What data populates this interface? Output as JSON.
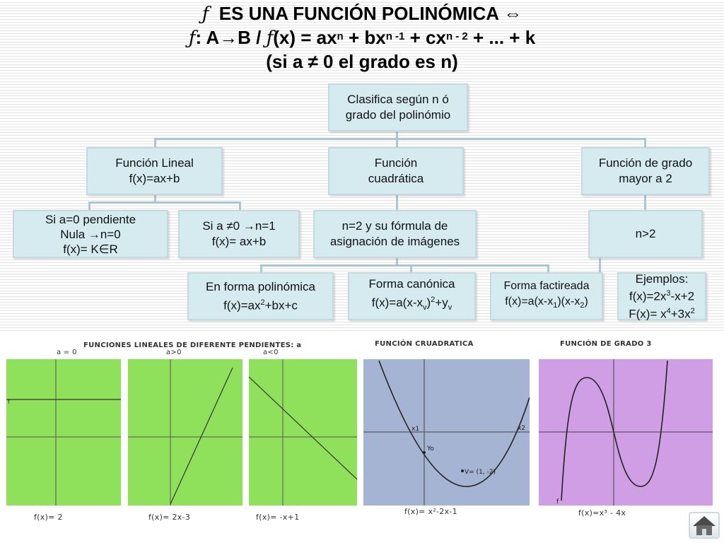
{
  "title": {
    "line1": "ES UNA FUNCIÓN POLINÓMICA ⇔",
    "f_symbol": "ƒ",
    "line2_a": ": A",
    "line2_arrow": "→",
    "line2_b": "B / ",
    "line2_fx": "(x) = ax",
    "exp_n": "n",
    "line2_c": " + bx",
    "exp_n1": "n -1",
    "line2_d": " + cx",
    "exp_n2": "n - 2",
    "line2_e": " + ...  + k",
    "line3": "(si a ≠ 0 el grado es n)"
  },
  "diagram": {
    "root": {
      "line1": "Clasifica según n ó",
      "line2": "grado del polinómio"
    },
    "lineal": {
      "line1": "Función Lineal",
      "line2": "f(x)=ax+b"
    },
    "cuadratica": {
      "line1": "Función",
      "line2": "cuadrática"
    },
    "mayor": {
      "line1": "Función de grado",
      "line2": "mayor a 2"
    },
    "a_cero": {
      "line1": "Si a=0 pendiente",
      "line2": "Nula →n=0",
      "line3": "f(x)= K∈R"
    },
    "a_no_cero": {
      "line1": "Si a ≠0 →n=1",
      "line2": "f(x)= ax+b"
    },
    "n2": {
      "line1": "n=2 y su fórmula de",
      "line2": "asignación de  imágenes"
    },
    "n_mayor": {
      "text": "n>2"
    },
    "polinomica": {
      "line1": "En forma polinómica",
      "line2_a": "f(x)=ax",
      "line2_sup": "2",
      "line2_b": "+bx+c"
    },
    "canonica": {
      "line1": "Forma canónica",
      "line2_a": "f(x)=a(x-x",
      "line2_sub": "v",
      "line2_b": ")",
      "line2_sup": "2",
      "line2_c": "+y",
      "line2_sub2": "v"
    },
    "factoreada": {
      "line1": "Forma factireada",
      "line2_a": "f(x)=a(x-x",
      "line2_sub": "1",
      "line2_b": ")(x-x",
      "line2_sub2": "2",
      "line2_c": ")"
    },
    "ejemplos": {
      "line1": "Ejemplos:",
      "line2_a": "f(x)=2x",
      "line2_sup": "3",
      "line2_b": "-x+2",
      "line3_a": "F(x)= x",
      "line3_sup": "4",
      "line3_b": "+3x",
      "line3_sup2": "2"
    }
  },
  "graphs": {
    "header_lineales": "FUNCIONES LINEALES DE DIFERENTE PENDIENTES: a",
    "header_cuadratica": "FUNCIÓN CRUADRATICA",
    "header_grado3": "FUNCIÓN DE GRADO 3",
    "label_a0": "a = 0",
    "label_apos": "a>0",
    "label_aneg": "a<0",
    "formula_1": "f(x)= 2",
    "formula_2": "f(x)= 2x-3",
    "formula_3": "f(x)= -x+1",
    "formula_4": "f(x)= x²-2x-1",
    "formula_5": "f(x)=x³ - 4x",
    "annot_x1": "x1",
    "annot_x2": "x2",
    "annot_yo": "Yo",
    "annot_v": "V= (1, -2)",
    "annot_f": "f"
  },
  "colors": {
    "box_fill": "#d5ebf0",
    "connector": "#a9c7d3",
    "green_plot": "#8fe05a",
    "blue_plot": "#a4b4d2",
    "purple_plot": "#cf9ee5"
  },
  "icons": {
    "home": "home-icon"
  }
}
